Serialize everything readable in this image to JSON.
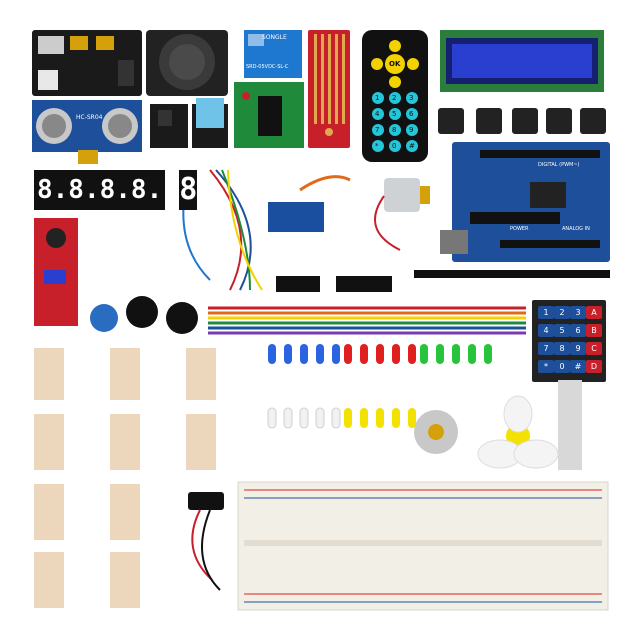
{
  "image": {
    "subject": "Arduino electronics starter kit components laid out on white background"
  },
  "components": {
    "seven_segment": {
      "four_digit": "8.8.8.8.",
      "one_digit": "8"
    },
    "ultrasonic": {
      "label": "HC-SR04"
    },
    "relay": {
      "label": "SONGLE",
      "model": "SRD-05VDC-SL-C"
    },
    "arduino": {
      "label_digital": "DIGITAL (PWM~)",
      "label_analog": "ANALOG IN",
      "label_power": "POWER"
    },
    "ir_remote": {
      "center_label": "OK",
      "digits": [
        "1",
        "2",
        "3",
        "4",
        "5",
        "6",
        "7",
        "8",
        "9",
        "*",
        "0",
        "#"
      ]
    },
    "keypad": {
      "keys": [
        "1",
        "2",
        "3",
        "A",
        "4",
        "5",
        "6",
        "B",
        "7",
        "8",
        "9",
        "C",
        "*",
        "0",
        "#",
        "D"
      ]
    }
  },
  "colors": {
    "board_blue": "#1d4f9a",
    "board_red": "#c8202a",
    "board_green": "#1f8a3a",
    "resistor_tan": "#d9b07a",
    "lcd_blue": "#2a3fd0",
    "breadboard": "#f2efe6"
  }
}
